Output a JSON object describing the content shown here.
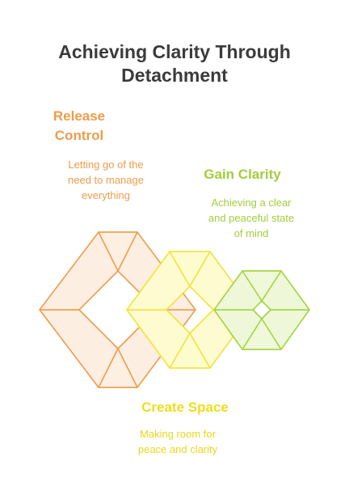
{
  "title": {
    "line1": "Achieving Clarity Through",
    "line2": "Detachment"
  },
  "stages": [
    {
      "label_line1": "Release",
      "label_line2": "Control",
      "desc_line1": "Letting go of the",
      "desc_line2": "need to manage",
      "desc_line3": "everything",
      "stroke": "#ee9c4b",
      "fill": "#fdeee2"
    },
    {
      "label_line1": "Create Space",
      "desc_line1": "Making room for",
      "desc_line2": "peace and clarity",
      "stroke": "#f2e33a",
      "fill": "#fdfbcf"
    },
    {
      "label_line1": "Gain Clarity",
      "desc_line1": "Achieving a clear",
      "desc_line2": "and peaceful state",
      "desc_line3": "of mind",
      "stroke": "#a3d43d",
      "fill": "#eef8d8"
    }
  ]
}
